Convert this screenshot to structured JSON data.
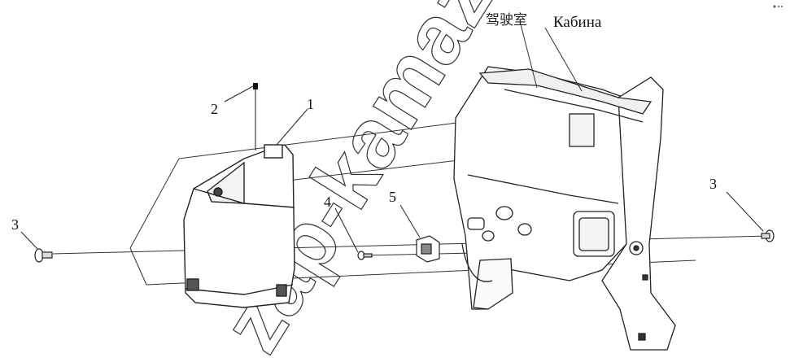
{
  "diagram": {
    "caption_cn": "驾驶室",
    "caption_ru": "Кабина",
    "callouts": [
      {
        "id": "1",
        "text": "1"
      },
      {
        "id": "2",
        "text": "2"
      },
      {
        "id": "3-left",
        "text": "3"
      },
      {
        "id": "3-right",
        "text": "3"
      },
      {
        "id": "4",
        "text": "4"
      },
      {
        "id": "5",
        "text": "5"
      }
    ],
    "watermark": "zap-kamaz.ru"
  }
}
